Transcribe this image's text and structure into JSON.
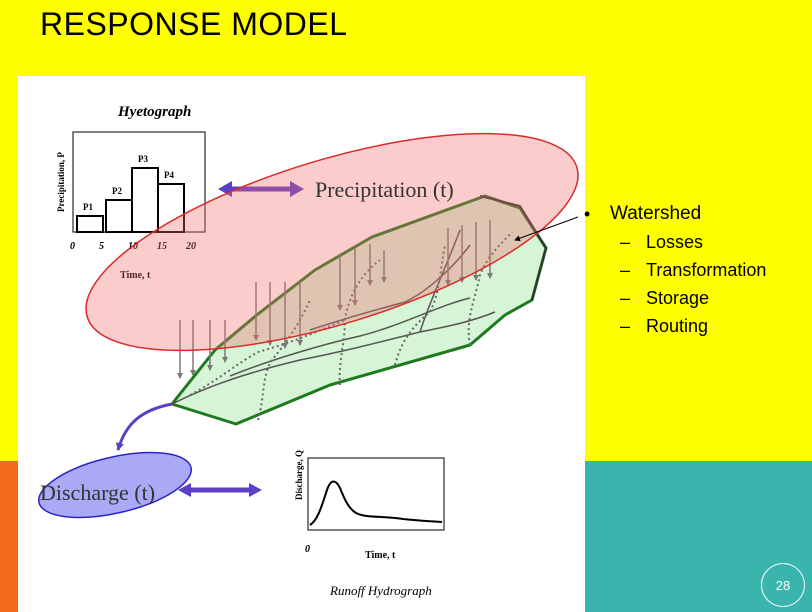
{
  "slide": {
    "title": "RESPONSE MODEL",
    "page_number": "28"
  },
  "bullets": {
    "main": "Watershed",
    "sub": [
      "Losses",
      "Transformation",
      "Storage",
      "Routing"
    ]
  },
  "hyetograph": {
    "title": "Hyetograph",
    "ylabel": "Precipitation, P",
    "xlabel": "Time, t",
    "x_ticks": [
      "0",
      "5",
      "10",
      "15",
      "20"
    ],
    "bar_labels": [
      "P1",
      "P2",
      "P3",
      "P4"
    ],
    "bar_values": [
      1,
      2,
      4,
      3
    ]
  },
  "labels": {
    "precipitation": "Precipitation (t)",
    "discharge": "Discharge (t)"
  },
  "hydrograph": {
    "title": "Runoff Hydrograph",
    "ylabel": "Discharge, Q",
    "xlabel": "Time, t",
    "x_tick": "0"
  },
  "colors": {
    "background": "#ffff00",
    "teal_band": "#39b5ad",
    "orange_band": "#f26a1b",
    "precip_ellipse": "#f4a0a0",
    "discharge_ellipse": "#8c8cf2",
    "watershed_fill": "#d6f5d6",
    "watershed_outline": "#1f7a1f",
    "arrow": "#5b3fc8"
  }
}
